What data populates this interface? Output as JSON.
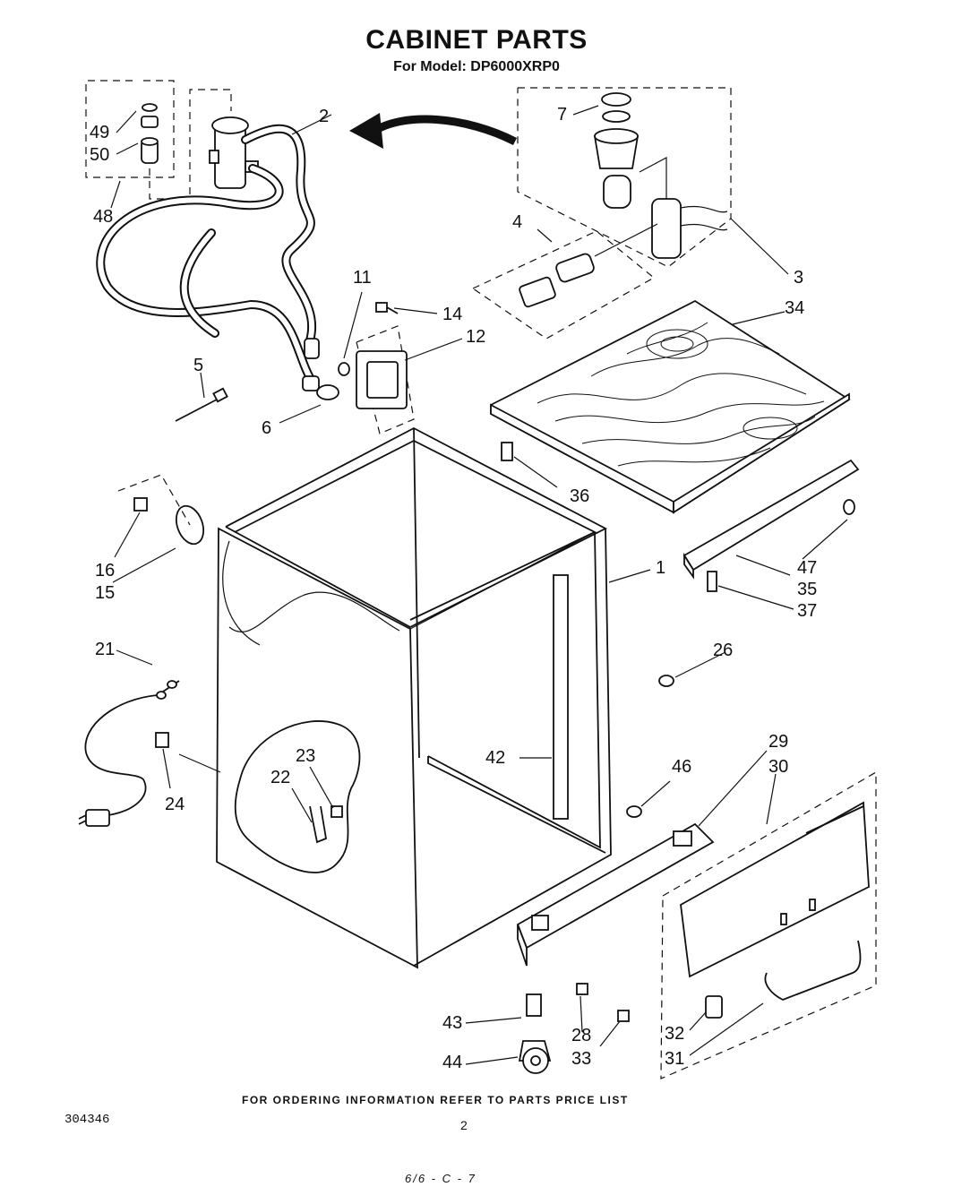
{
  "header": {
    "title": "CABINET PARTS",
    "subtitle": "For Model: DP6000XRP0"
  },
  "footer": {
    "ordering_note": "FOR ORDERING INFORMATION REFER TO PARTS PRICE LIST",
    "document_number": "304346",
    "page_number": "2",
    "code": "6/6 - C - 7"
  },
  "callouts": [
    {
      "id": "1",
      "label": "1"
    },
    {
      "id": "2",
      "label": "2"
    },
    {
      "id": "3",
      "label": "3"
    },
    {
      "id": "4",
      "label": "4"
    },
    {
      "id": "5",
      "label": "5"
    },
    {
      "id": "6",
      "label": "6"
    },
    {
      "id": "7",
      "label": "7"
    },
    {
      "id": "11",
      "label": "11"
    },
    {
      "id": "12",
      "label": "12"
    },
    {
      "id": "14",
      "label": "14"
    },
    {
      "id": "15",
      "label": "15"
    },
    {
      "id": "16",
      "label": "16"
    },
    {
      "id": "21",
      "label": "21"
    },
    {
      "id": "22",
      "label": "22"
    },
    {
      "id": "23",
      "label": "23"
    },
    {
      "id": "24",
      "label": "24"
    },
    {
      "id": "26",
      "label": "26"
    },
    {
      "id": "28",
      "label": "28"
    },
    {
      "id": "29",
      "label": "29"
    },
    {
      "id": "30",
      "label": "30"
    },
    {
      "id": "31",
      "label": "31"
    },
    {
      "id": "32",
      "label": "32"
    },
    {
      "id": "33",
      "label": "33"
    },
    {
      "id": "34",
      "label": "34"
    },
    {
      "id": "35",
      "label": "35"
    },
    {
      "id": "36",
      "label": "36"
    },
    {
      "id": "37",
      "label": "37"
    },
    {
      "id": "42",
      "label": "42"
    },
    {
      "id": "43",
      "label": "43"
    },
    {
      "id": "44",
      "label": "44"
    },
    {
      "id": "46",
      "label": "46"
    },
    {
      "id": "47",
      "label": "47"
    },
    {
      "id": "48",
      "label": "48"
    },
    {
      "id": "49",
      "label": "49"
    },
    {
      "id": "50",
      "label": "50"
    }
  ]
}
